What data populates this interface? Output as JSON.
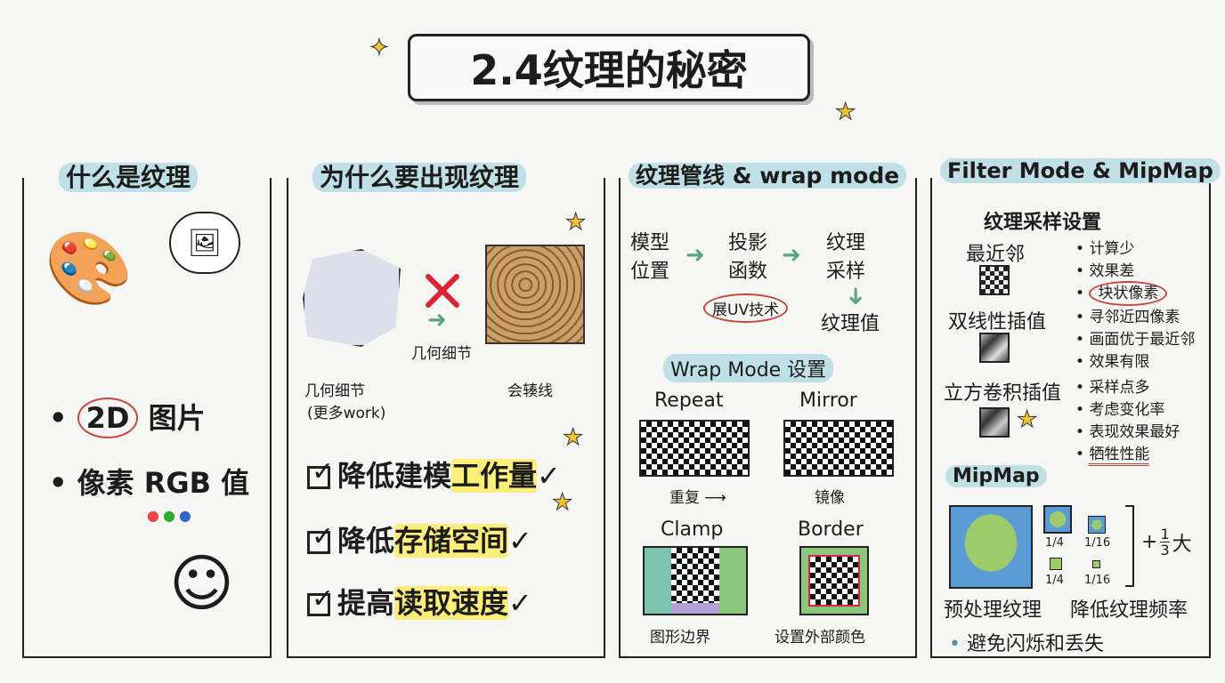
{
  "title": "2.4纹理的秘密",
  "panels": [
    {
      "heading": "什么是纹理",
      "items": [
        "2D",
        "图片",
        "像素 RGB 值"
      ]
    },
    {
      "heading": "为什么要出现纹理",
      "labels": [
        "几何细节",
        "(更多work)",
        "几何细节",
        "会辏线"
      ],
      "benefits": [
        {
          "pre": "降低建模",
          "hl": "工作量"
        },
        {
          "pre": "降低",
          "hl": "存储空间"
        },
        {
          "pre": "提高",
          "hl": "读取速度"
        }
      ]
    },
    {
      "heading": "纹理管线 & wrap mode",
      "pipeline": [
        "模型\n位置",
        "投影\n函数",
        "纹理\n采样",
        "纹理值"
      ],
      "uv": "展UV技术",
      "wrap_heading": "Wrap Mode 设置",
      "modes": [
        {
          "name": "Repeat",
          "desc": "重复"
        },
        {
          "name": "Mirror",
          "desc": "镜像"
        },
        {
          "name": "Clamp",
          "desc": "图形边界"
        },
        {
          "name": "Border",
          "desc": "设置外部颜色"
        }
      ]
    },
    {
      "heading": "Filter Mode & MipMap",
      "sub": "纹理采样设置",
      "filters": [
        {
          "name": "最近邻",
          "notes": [
            "计算少",
            "效果差",
            "块状像素"
          ]
        },
        {
          "name": "双线性插值",
          "notes": [
            "寻邻近四像素",
            "画面优于最近邻",
            "效果有限"
          ]
        },
        {
          "name": "立方卷积插值",
          "notes": [
            "采样点多",
            "考虑变化率",
            "表现效果最好",
            "牺牲性能"
          ]
        }
      ],
      "mip_heading": "MipMap",
      "fractions": [
        "1/4",
        "1/16",
        "1/4",
        "1/16"
      ],
      "plus": "+",
      "frac_num": "1",
      "frac_den": "3",
      "frac_suffix": "大",
      "mip_labels": [
        "预处理纹理",
        "降低纹理频率"
      ],
      "note": "避免闪烁和丢失"
    }
  ],
  "colors": {
    "accent_blue": "#bfe0e6",
    "highlight": "#fbef7a",
    "circle_red": "#c8463c",
    "arrow_green": "#5aa58a"
  }
}
